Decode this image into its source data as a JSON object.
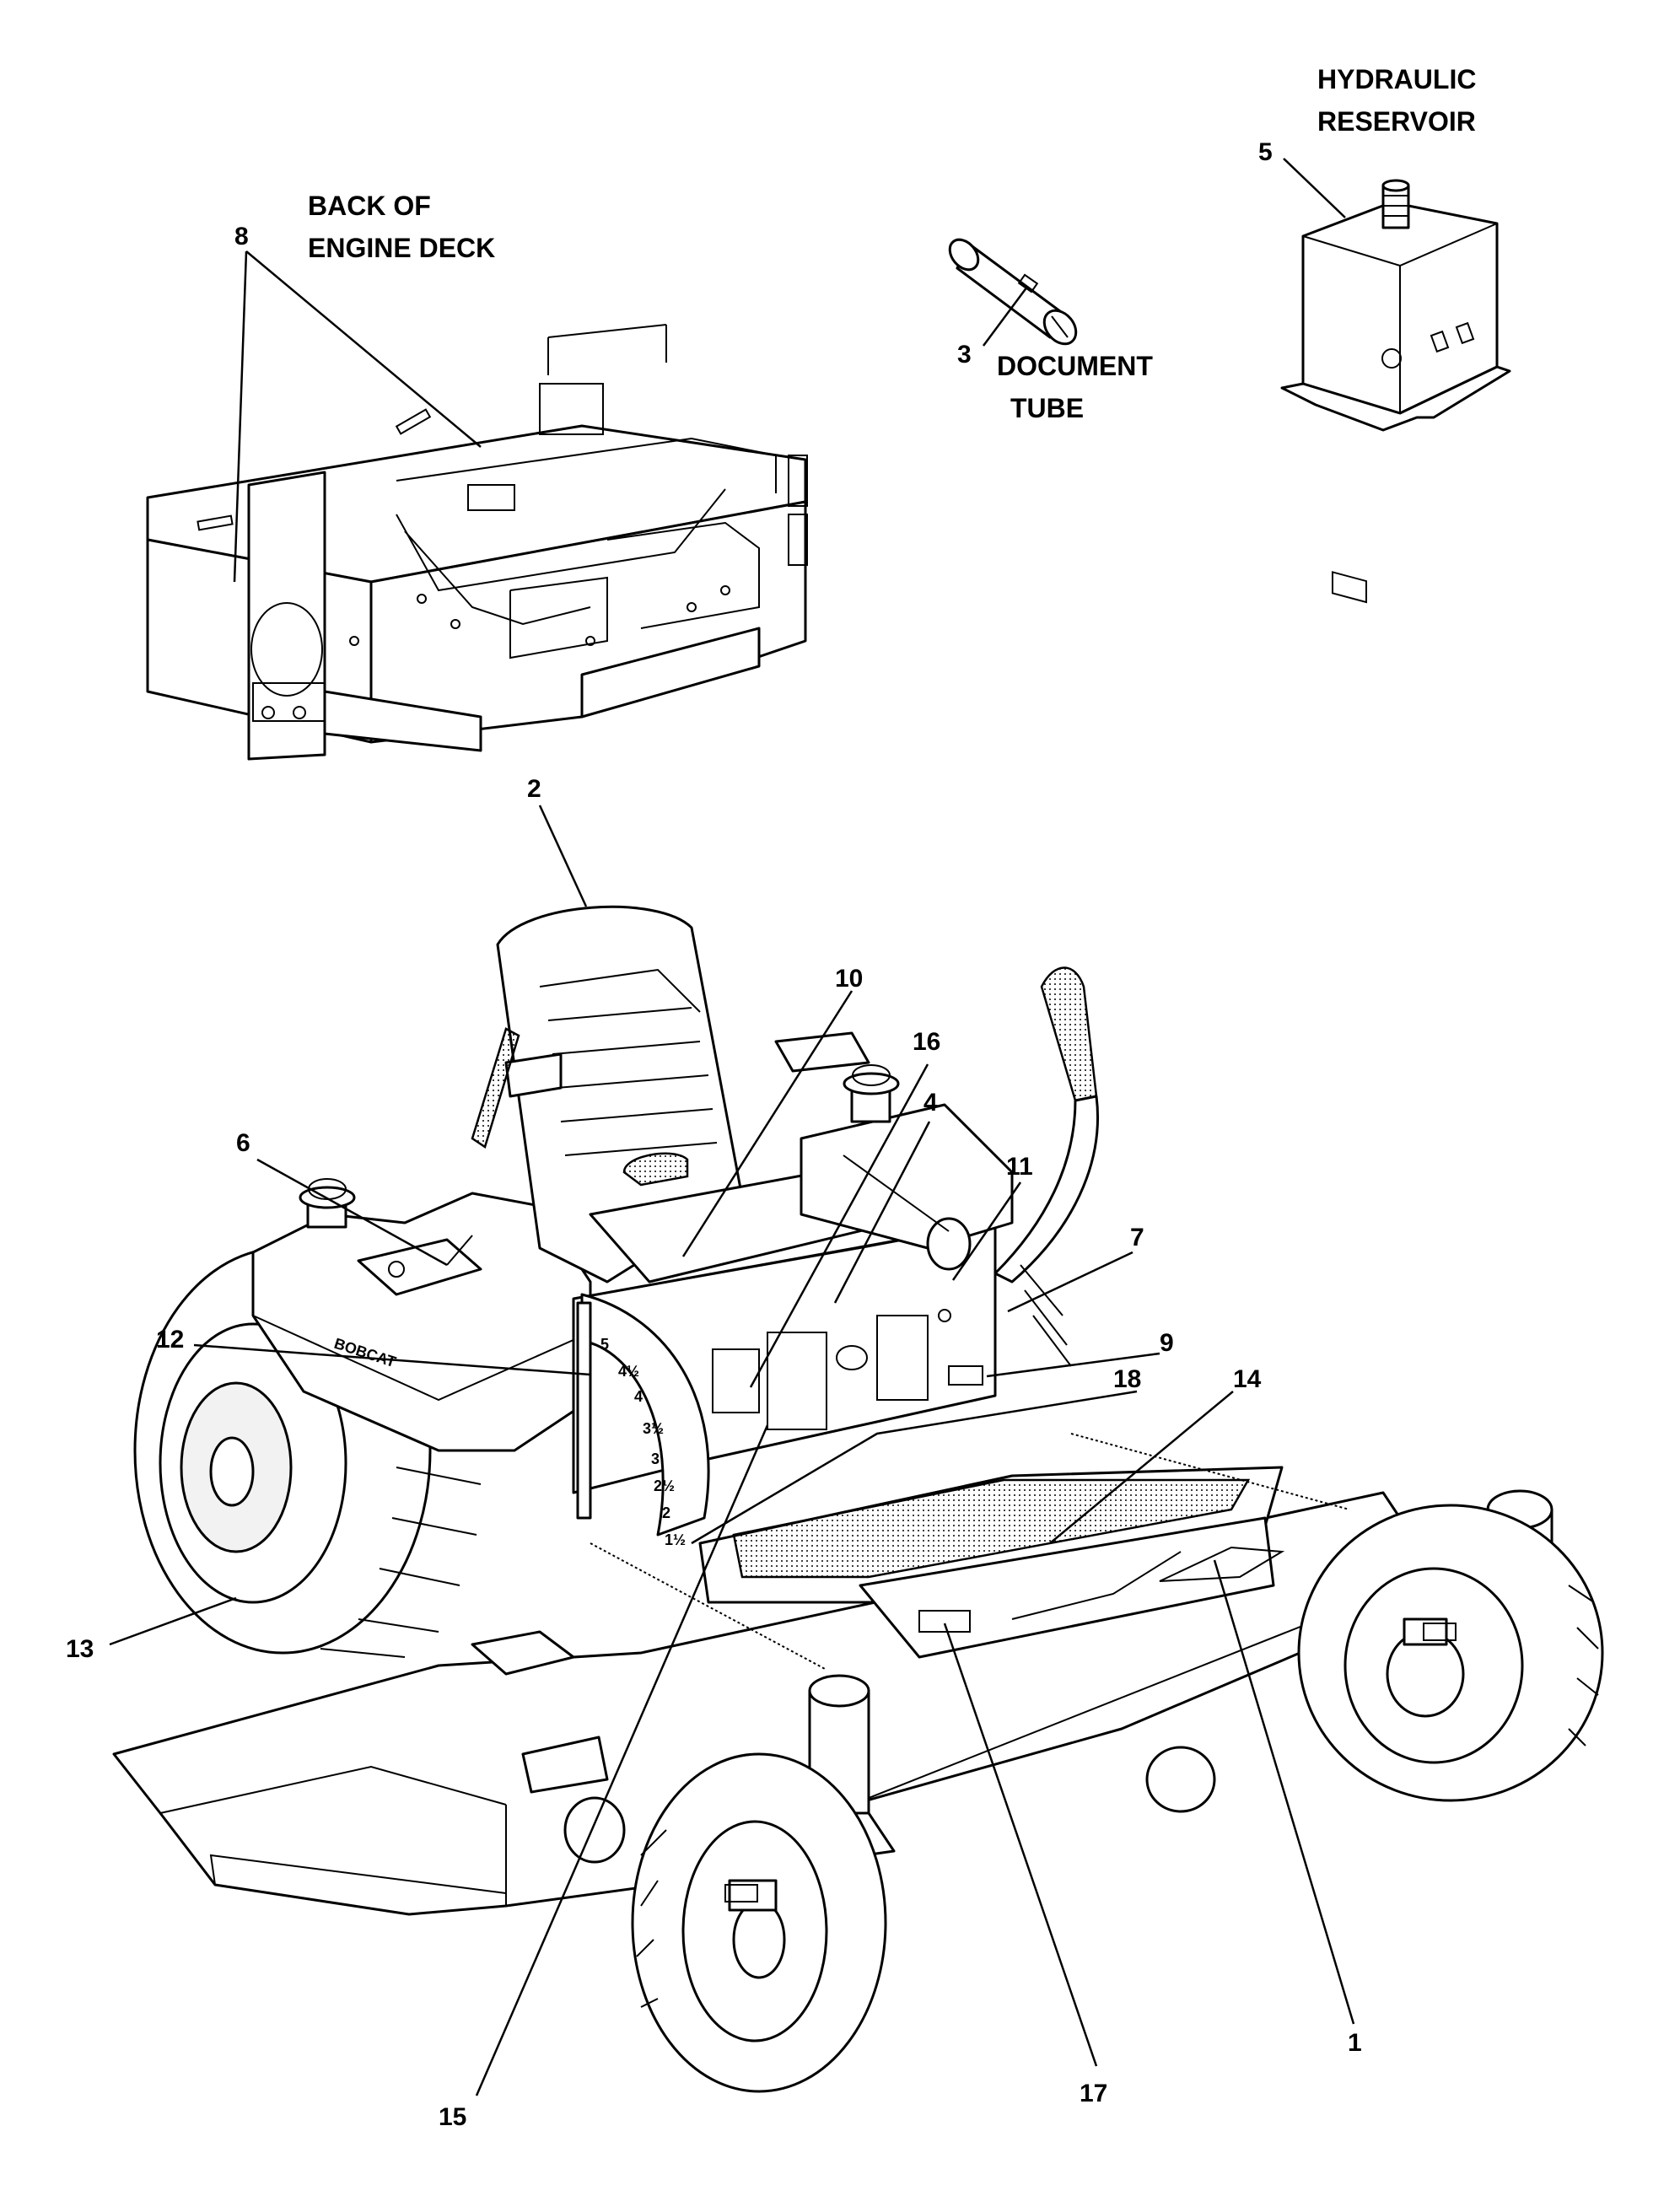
{
  "labels": {
    "back_of_engine_deck_line1": "BACK OF",
    "back_of_engine_deck_line2": "ENGINE DECK",
    "document_tube_line1": "DOCUMENT",
    "document_tube_line2": "TUBE",
    "hydraulic_reservoir_line1": "HYDRAULIC",
    "hydraulic_reservoir_line2": "RESERVOIR",
    "brand_on_tank": "BOBCAT"
  },
  "callouts": {
    "c1": "1",
    "c2": "2",
    "c3": "3",
    "c4": "4",
    "c5": "5",
    "c6": "6",
    "c7": "7",
    "c8": "8",
    "c9": "9",
    "c10": "10",
    "c11": "11",
    "c12": "12",
    "c13": "13",
    "c14": "14",
    "c15": "15",
    "c16": "16",
    "c17": "17",
    "c18": "18"
  },
  "height_gauge": {
    "marks": [
      "5",
      "4½",
      "4",
      "3½",
      "3",
      "2½",
      "2",
      "1½"
    ]
  }
}
